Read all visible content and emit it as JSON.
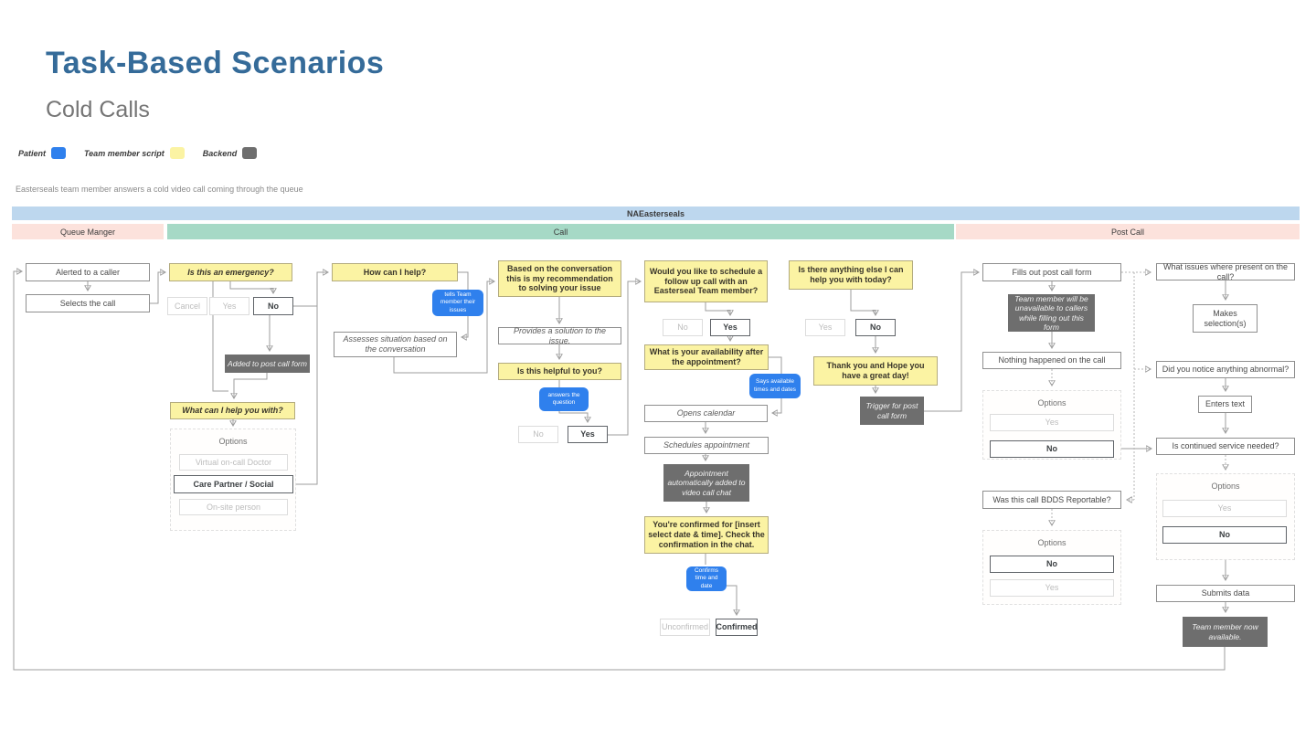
{
  "page": {
    "title": "Task-Based Scenarios",
    "subtitle": "Cold Calls",
    "description": "Easterseals team member answers a cold video call coming through the queue"
  },
  "legend": {
    "items": [
      {
        "label": "Patient",
        "color": "#2f80ed"
      },
      {
        "label": "Team member script",
        "color": "#fbf3a3"
      },
      {
        "label": "Backend",
        "color": "#6e6e6e"
      }
    ]
  },
  "bands": {
    "org": "NAEasterseals",
    "queue": "Queue Manger",
    "call": "Call",
    "post": "Post Call"
  },
  "colors": {
    "title": "#356b99",
    "band_org": "#bdd7ee",
    "band_queue_post": "#fce2dc",
    "band_call": "#a6d9c6",
    "patient_blue": "#2f80ed",
    "script_yellow": "#fbf3a3",
    "backend_gray": "#6e6e6e"
  },
  "options_label": "Options",
  "nodes": {
    "alerted": "Alerted to a caller",
    "selects": "Selects the call",
    "emergency": "Is this an emergency?",
    "cancel": "Cancel",
    "yes1": "Yes",
    "no1": "No",
    "added_form": "Added to post call form",
    "what_help": "What can I help you with?",
    "opt_doctor": "Virtual on-call Doctor",
    "opt_care": "Care Partner / Social",
    "opt_onsite": "On-site person",
    "how_help": "How can I help?",
    "tells_issues": "tells Team member their issues",
    "assesses": "Assesses situation based on the conversation",
    "recommendation": "Based on the conversation this is my recommendation to solving your issue",
    "provides": "Provides a solution to the issue.",
    "helpful": "Is this helpful to you?",
    "answers": "answers the question",
    "no2": "No",
    "yes2": "Yes",
    "schedule_q": "Would you like to schedule a follow up call with an Easterseal Team member?",
    "no3": "No",
    "yes3": "Yes",
    "availability": "What is your availability after the appointment?",
    "says_times": "Says available times and dates",
    "opens_cal": "Opens calendar",
    "schedules": "Schedules appointment",
    "appt_added": "Appointment automatically added to video call chat",
    "confirmed_msg": "You're confirmed for [insert select date & time]. Check the confirmation in the chat.",
    "confirms": "Confirms time and date",
    "unconfirmed": "Unconfirmed",
    "confirmed": "Confirmed",
    "anything_else": "Is there anything else I can help you with today?",
    "yes4": "Yes",
    "no4": "No",
    "thank_you": "Thank you and Hope you have a great day!",
    "trigger": "Trigger for post call form",
    "fills_form": "Fills out post call form",
    "unavailable": "Team member will be unavailable to callers while filling out this form",
    "nothing_happened": "Nothing happened on the call",
    "p_yes1": "Yes",
    "p_no1": "No",
    "bdds": "Was this call BDDS Reportable?",
    "p_no2": "No",
    "p_yes2": "Yes",
    "issues_q": "What issues where present on the call?",
    "makes_sel": "Makes selection(s)",
    "abnormal_q": "Did you notice anything abnormal?",
    "enters_text": "Enters text",
    "continued_q": "Is continued service needed?",
    "p_yes3": "Yes",
    "p_no3": "No",
    "submits": "Submits data",
    "available_now": "Team member now available."
  }
}
